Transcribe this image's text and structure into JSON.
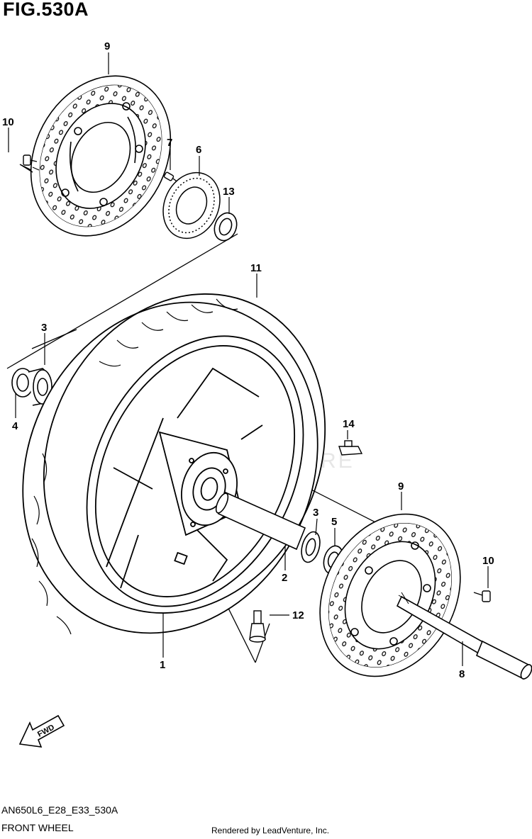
{
  "figure": {
    "title": "FIG.530A",
    "code": "AN650L6_E28_E33_530A",
    "name": "FRONT WHEEL",
    "credit": "Rendered by LeadVenture, Inc.",
    "watermark": "LEADVENTURE",
    "fwd_label": "FWD"
  },
  "callouts": [
    {
      "id": "c9a",
      "text": "9"
    },
    {
      "id": "c10a",
      "text": "10"
    },
    {
      "id": "c7",
      "text": "7"
    },
    {
      "id": "c6",
      "text": "6"
    },
    {
      "id": "c13",
      "text": "13"
    },
    {
      "id": "c11",
      "text": "11"
    },
    {
      "id": "c3a",
      "text": "3"
    },
    {
      "id": "c4",
      "text": "4"
    },
    {
      "id": "c14",
      "text": "14"
    },
    {
      "id": "c9b",
      "text": "9"
    },
    {
      "id": "c3b",
      "text": "3"
    },
    {
      "id": "c5",
      "text": "5"
    },
    {
      "id": "c2",
      "text": "2"
    },
    {
      "id": "c10b",
      "text": "10"
    },
    {
      "id": "c12",
      "text": "12"
    },
    {
      "id": "c1",
      "text": "1"
    },
    {
      "id": "c8",
      "text": "8"
    }
  ]
}
